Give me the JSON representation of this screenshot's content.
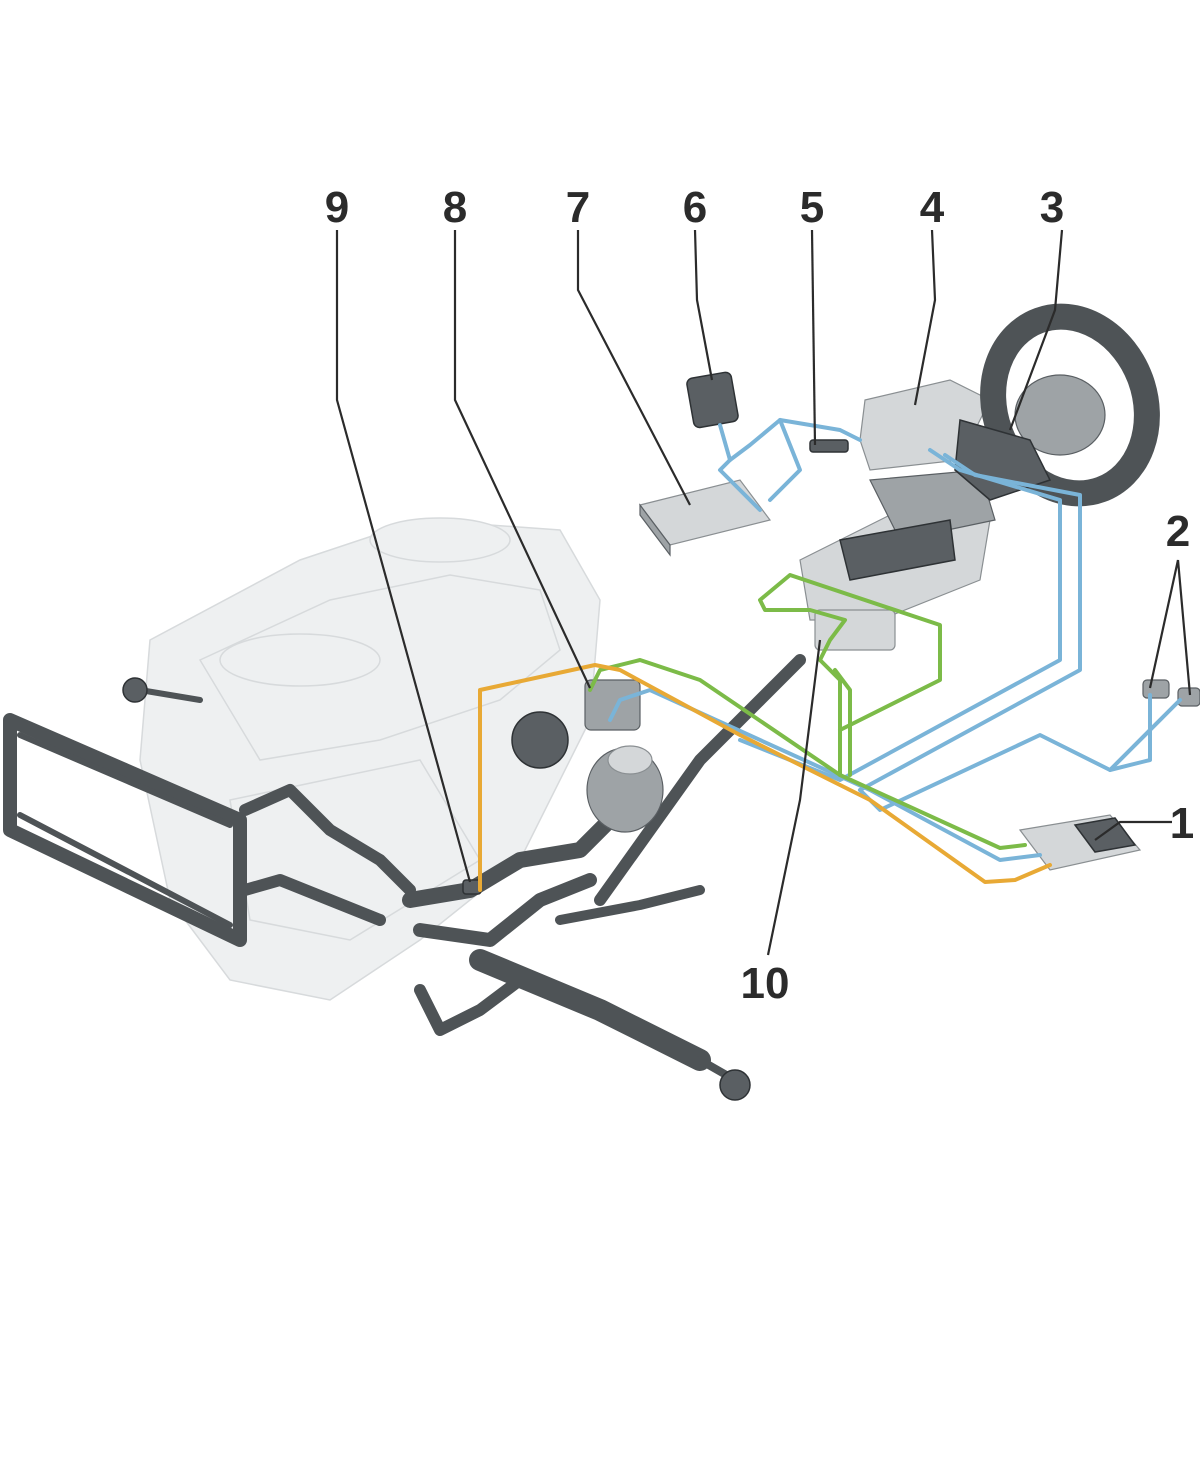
{
  "diagram": {
    "callouts": [
      {
        "id": "1",
        "label": "1"
      },
      {
        "id": "2",
        "label": "2"
      },
      {
        "id": "3",
        "label": "3"
      },
      {
        "id": "4",
        "label": "4"
      },
      {
        "id": "5",
        "label": "5"
      },
      {
        "id": "6",
        "label": "6"
      },
      {
        "id": "7",
        "label": "7"
      },
      {
        "id": "8",
        "label": "8"
      },
      {
        "id": "9",
        "label": "9"
      },
      {
        "id": "10",
        "label": "10"
      }
    ],
    "wire_colors": {
      "blue": "#7ab4d8",
      "green": "#7cbb48",
      "orange": "#e8a935"
    }
  }
}
